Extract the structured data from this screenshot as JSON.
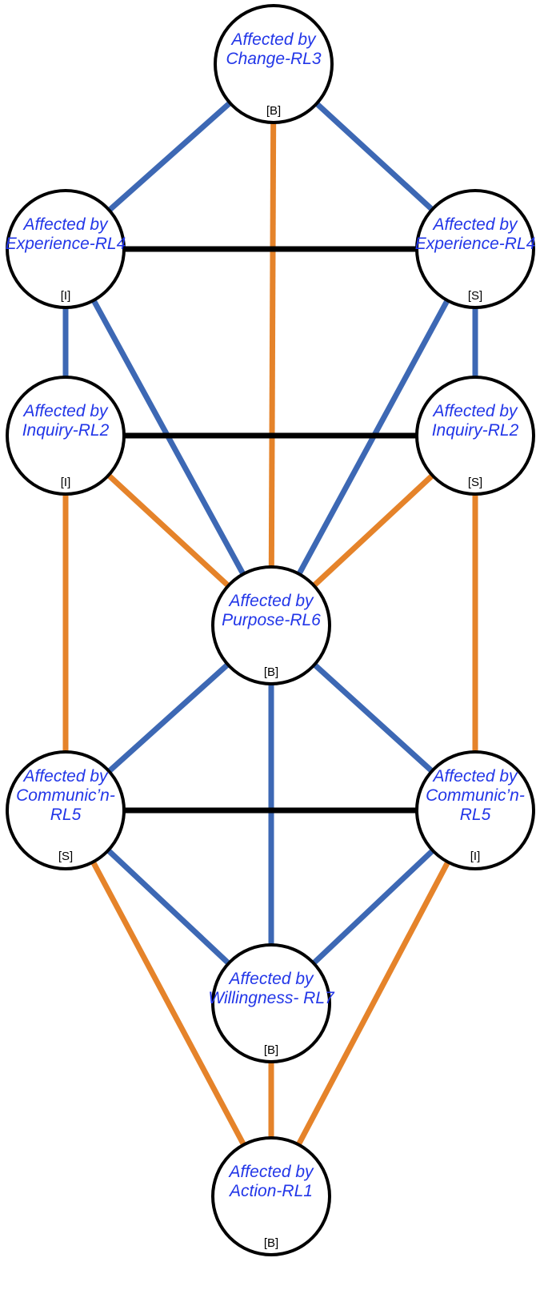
{
  "colors": {
    "blue_edge": "#3d68b4",
    "orange_edge": "#e5832a",
    "black_edge": "#000000",
    "label": "#2236e8"
  },
  "nodes": [
    {
      "id": "change-rl3",
      "lines": [
        "Affected by",
        "Change-RL3"
      ],
      "tag": "[B]"
    },
    {
      "id": "experience-rl4-left",
      "lines": [
        "Affected by",
        "Experience-RL4"
      ],
      "tag": "[I]"
    },
    {
      "id": "experience-rl4-right",
      "lines": [
        "Affected by",
        "Experience-RL4"
      ],
      "tag": "[S]"
    },
    {
      "id": "inquiry-rl2-left",
      "lines": [
        "Affected by",
        "Inquiry-RL2"
      ],
      "tag": "[I]"
    },
    {
      "id": "inquiry-rl2-right",
      "lines": [
        "Affected by",
        "Inquiry-RL2"
      ],
      "tag": "[S]"
    },
    {
      "id": "purpose-rl6",
      "lines": [
        "Affected by",
        "Purpose-RL6"
      ],
      "tag": "[B]"
    },
    {
      "id": "communicn-rl5-left",
      "lines": [
        "Affected by",
        "Communic’n-",
        "RL5"
      ],
      "tag": "[S]"
    },
    {
      "id": "communicn-rl5-right",
      "lines": [
        "Affected by",
        "Communic’n-",
        "RL5"
      ],
      "tag": "[I]"
    },
    {
      "id": "willingness-rl7",
      "lines": [
        "Affected by",
        "Willingness- RL7"
      ],
      "tag": "[B]"
    },
    {
      "id": "action-rl1",
      "lines": [
        "Affected by",
        "Action-RL1"
      ],
      "tag": "[B]"
    }
  ],
  "edges": [
    {
      "from": "change-rl3",
      "to": "experience-rl4-left",
      "color": "blue"
    },
    {
      "from": "change-rl3",
      "to": "experience-rl4-right",
      "color": "blue"
    },
    {
      "from": "change-rl3",
      "to": "purpose-rl6",
      "color": "orange"
    },
    {
      "from": "experience-rl4-left",
      "to": "experience-rl4-right",
      "color": "black"
    },
    {
      "from": "experience-rl4-left",
      "to": "inquiry-rl2-left",
      "color": "blue"
    },
    {
      "from": "experience-rl4-right",
      "to": "inquiry-rl2-right",
      "color": "blue"
    },
    {
      "from": "experience-rl4-left",
      "to": "purpose-rl6",
      "color": "blue"
    },
    {
      "from": "experience-rl4-right",
      "to": "purpose-rl6",
      "color": "blue"
    },
    {
      "from": "inquiry-rl2-left",
      "to": "inquiry-rl2-right",
      "color": "black"
    },
    {
      "from": "inquiry-rl2-left",
      "to": "purpose-rl6",
      "color": "orange"
    },
    {
      "from": "inquiry-rl2-right",
      "to": "purpose-rl6",
      "color": "orange"
    },
    {
      "from": "inquiry-rl2-left",
      "to": "communicn-rl5-left",
      "color": "orange"
    },
    {
      "from": "inquiry-rl2-right",
      "to": "communicn-rl5-right",
      "color": "orange"
    },
    {
      "from": "purpose-rl6",
      "to": "communicn-rl5-left",
      "color": "blue"
    },
    {
      "from": "purpose-rl6",
      "to": "communicn-rl5-right",
      "color": "blue"
    },
    {
      "from": "purpose-rl6",
      "to": "willingness-rl7",
      "color": "blue"
    },
    {
      "from": "communicn-rl5-left",
      "to": "communicn-rl5-right",
      "color": "black"
    },
    {
      "from": "communicn-rl5-left",
      "to": "willingness-rl7",
      "color": "blue"
    },
    {
      "from": "communicn-rl5-right",
      "to": "willingness-rl7",
      "color": "blue"
    },
    {
      "from": "communicn-rl5-left",
      "to": "action-rl1",
      "color": "orange"
    },
    {
      "from": "communicn-rl5-right",
      "to": "action-rl1",
      "color": "orange"
    },
    {
      "from": "willingness-rl7",
      "to": "action-rl1",
      "color": "orange"
    }
  ]
}
